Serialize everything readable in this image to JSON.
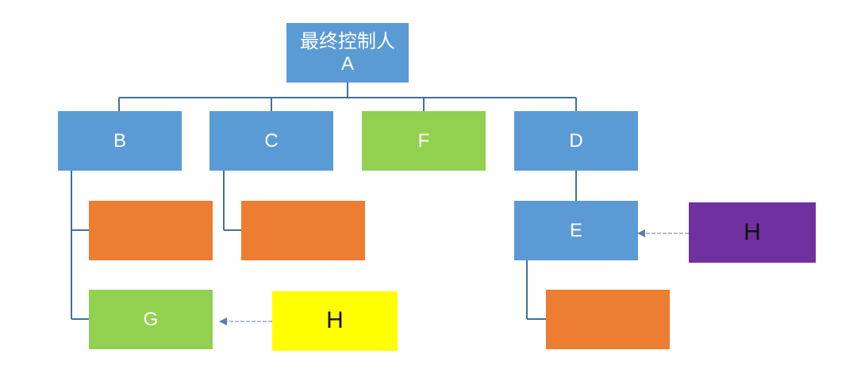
{
  "diagram": {
    "root": {
      "line1": "最终控制人",
      "line2": "A"
    },
    "nodes": {
      "B": "B",
      "C": "C",
      "F": "F",
      "D": "D",
      "E": "E",
      "G": "G",
      "H_left": "H",
      "H_right": "H",
      "orange_b": "",
      "orange_c": "",
      "orange_e": ""
    },
    "colors": {
      "blue": "#5b9bd5",
      "green": "#92d050",
      "orange": "#ed7d31",
      "yellow": "#ffff00",
      "purple": "#7030a0",
      "connector": "#41719c",
      "arrow": "#8fa8c8"
    }
  }
}
